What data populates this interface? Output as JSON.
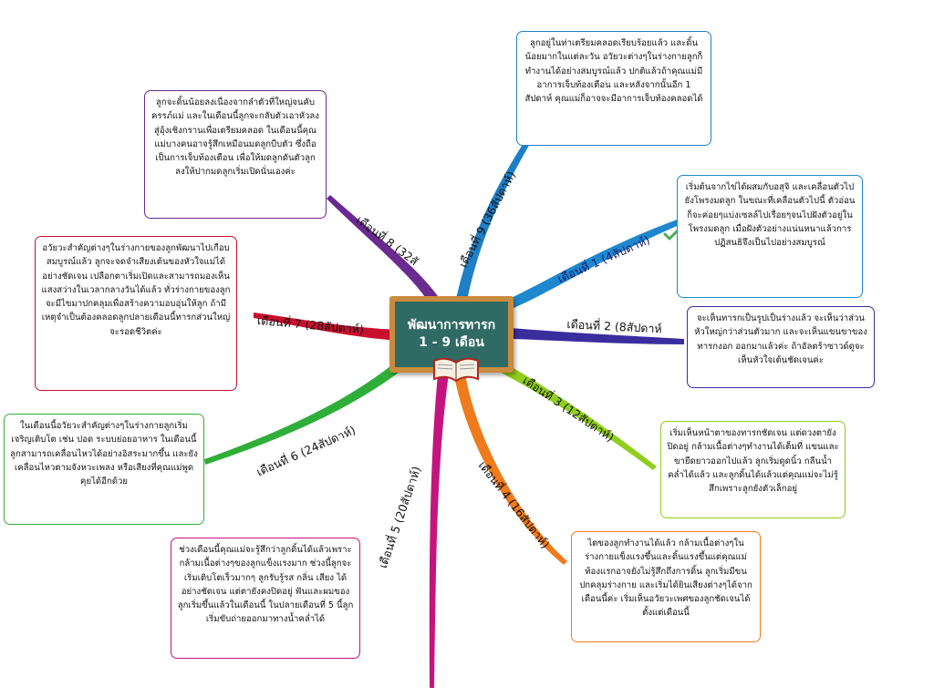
{
  "center": {
    "line1": "พัฒนาการทารก",
    "line2": "1 - 9 เดือน"
  },
  "branches": [
    {
      "id": "month1",
      "label": "เดือนที่ 1 (4สัปดาห์)",
      "color": "#1e88cf",
      "note": "เริ่มต้นจากไข่ได้ผสมกับอสุจิ และเคลื่อนตัวไปยังโพรงมดลูก ในขณะที่เคลื่อนตัวไปนี้ ตัวอ่อนก็จะค่อยๆแบ่งเซลล์ไปเรื่อยๆจนไปฝังตัวอยู่ในโพรงมดลูก เมื่อฝังตัวอย่างแน่นหนาแล้วการปฏิสนธิจึงเป็นไปอย่างสมบูรณ์"
    },
    {
      "id": "month2",
      "label": "เดือนที่ 2 (8สัปดาห์",
      "color": "#3a2d9e",
      "note": "จะเห็นทารกเป็นรูปเป็นร่างแล้ว จะเห็นว่าส่วนหัวใหญ่กว่าส่วนตัวมาก และจะเห็นแขนขาของทารกงอก ออกมาแล้วค่ะ ถ้าอัลตร้าซาวด์ดูจะเห็นหัวใจเต้นชัดเจนค่ะ"
    },
    {
      "id": "month3",
      "label": "เดือนที่ 3 (12สัปดาห์)",
      "color": "#8fce1c",
      "note": "เริ่มเห็นหน้าตาของทารกชัดเจน แต่ดวงตายังปิดอยู่ กล้ามเนื้อต่างๆทำงานได้เต็มที่ แขนและขายืดยาวออกไปแล้ว ลูกเริ่มดูดนิ้ว กลืนน้ำคล่ำได้แล้ว และลูกดิ้นได้แล้วแต่คุณแม่จะไม่รู้สึกเพราะลูกยังตัวเล็กอยู่"
    },
    {
      "id": "month4",
      "label": "เดือนที่ 4 (16สัปดาห์)",
      "color": "#f07b1c",
      "note": "ไตของลูกทำงานได้แล้ว กล้ามเนื้อต่างๆในร่างกายแข็งแรงขึ้นและดิ้นแรงขึ้นแต่คุณแม่ท้องแรกอาจยังไม่รู้สึกถึงการดิ้น ลูกเริ่มมีขนปกคลุมร่างกาย และเริ่มได้ยินเสียงต่างๆได้จากเดือนนี้ค่ะ เริ่มเห็นอวัยวะเพศของลูกชัดเจนได้ตั้งแต่เดือนนี้"
    },
    {
      "id": "month5",
      "label": "เดือนที่ 5 (20สัปดาห์)",
      "color": "#c4157e",
      "note": "ช่วงเดือนนี้คุณแม่จะรู้สึกว่าลูกดิ้นได้แล้วเพราะกล้ามเนื้อต่างๆของลูกแข็งแรงมาก ช่วงนี้ลูกจะเริ่มเติบโตเร็วมากๆ ลูกรับรู้รส กลิ่น เสียง ได้อย่างชัดเจน แต่ตายังคงปิดอยู่ ฟันและผมของลูกเริ่มขึ้นแล้วในเดือนนี้ ในปลายเดือนที่ 5 นี้ลูกเริ่มขับถ่ายออกมาทางน้ำคล่ำได้"
    },
    {
      "id": "month6",
      "label": "เดือนที่ 6 (24สัปดาห์)",
      "color": "#2fae3a",
      "note": "ในเดือนนี้อวัยวะสำคัญต่างๆในร่างกายลูกเริ่มเจริญเติบโต เช่น ปอด ระบบย่อยอาหาร ในเดือนนี้ลูกสามารถเคลื่อนไหวได้อย่างอิสระมากขึ้น และยังเคลื่อนไหวตามจังหวะเพลง หรือเสียงที่คุณแม่พูดคุยได้อีกด้วย"
    },
    {
      "id": "month7",
      "label": "เดือนที่ 7 (28สัปดาห์)",
      "color": "#c8102e",
      "note": "อวัยวะสำคัญต่างๆในร่างกายของลูกพัฒนาไปเกือบสมบูรณ์แล้ว ลูกจะจดจำเสียงเต้นของหัวใจแม่ได้อย่างชัดเจน เปลือกตาเริ่มเปิดและสามารถมองเห็นแสงสว่างในเวลากลางวันได้แล้ว ทั่วร่างกายของลูกจะมีไขมาปกคลุมเพื่อสร้างความอบอุ่นให้ลูก ถ้ามีเหตุจำเป็นต้องคลอดลูกปลายเดือนนี้ทารกส่วนใหญ่จะรอดชีวิตค่ะ"
    },
    {
      "id": "month8",
      "label": "เดือนที่ 8 (32สั",
      "color": "#6a2a8f",
      "note": "ลูกจะดิ้นน้อยลงเนื่องจากลำตัวที่ใหญ่จนคับครรภ์แม่ และในเดือนนี้ลูกจะกลับตัวเอาหัวลงสู่อุ้งเชิงกรานเพื่อเตรียมคลอด ในเดือนนี้คุณแม่บางคนอาจรู้สึกเหมือนมดลูกบีบตัว ซึ่งถือเป็นการเจ็บท้องเตือน เพื่อให้มดลูกดันตัวลูกลงให้ปากมดลูกเริ่มเปิดนั่นเองค่ะ"
    },
    {
      "id": "month9",
      "label": "เดือนที่ 9 (36สัปดาห์)",
      "color": "#1e7fc6",
      "note": "ลูกอยู่ในท่าเตรียมคลอดเรียบร้อยแล้ว และดิ้นน้อยมากในแต่ละวัน อวัยวะต่างๆในร่างกายลูกก็ทำงานได้อย่างสมบูรณ์แล้ว ปกติแล้วถ้าคุณแม่มีอาการเจ็บท้องเตือน และหลังจากนั้นอีก 1 สัปดาห์ คุณแม่ก็อาจจะมีอาการเจ็บท้องคลอดได้"
    }
  ],
  "icons": {
    "check": "checkmark-icon",
    "book": "book-icon",
    "check_color": "#4caf50"
  }
}
